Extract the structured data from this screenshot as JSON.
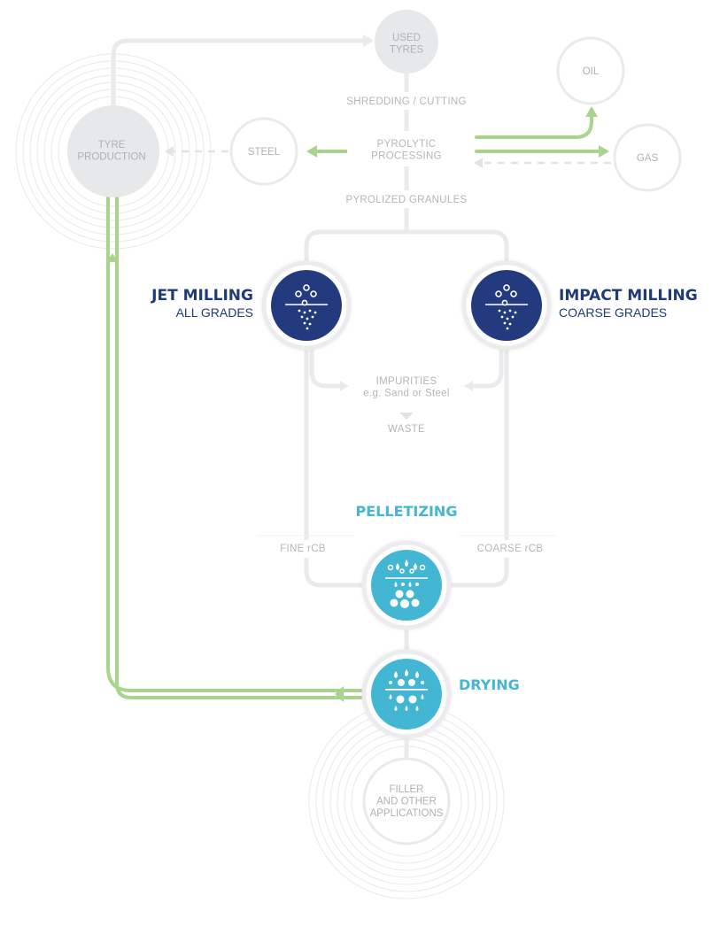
{
  "nodes": {
    "used_tyres": "USED\nTYRES",
    "oil": "OIL",
    "gas": "GAS",
    "steel": "STEEL",
    "tyre_production": "TYRE\nPRODUCTION",
    "filler": "FILLER\nAND OTHER\nAPPLICATIONS"
  },
  "steps": {
    "shredding": "SHREDDING / CUTTING",
    "pyrolytic": "PYROLYTIC\nPROCESSING",
    "pyrolized": "PYROLIZED GRANULES",
    "impurities": "IMPURITIES\ne.g. Sand or Steel",
    "waste": "WASTE",
    "fine": "FINE rCB",
    "coarse": "COARSE rCB"
  },
  "processes": {
    "jet_title": "JET MILLING",
    "jet_sub": "ALL GRADES",
    "impact_title": "IMPACT MILLING",
    "impact_sub": "COARSE GRADES",
    "pelletizing": "PELLETIZING",
    "drying": "DRYING"
  },
  "colors": {
    "milling": "#233a7e",
    "pellet": "#43b6d3",
    "flow_green": "#a9d48e",
    "line_grey": "#e9eaec"
  }
}
